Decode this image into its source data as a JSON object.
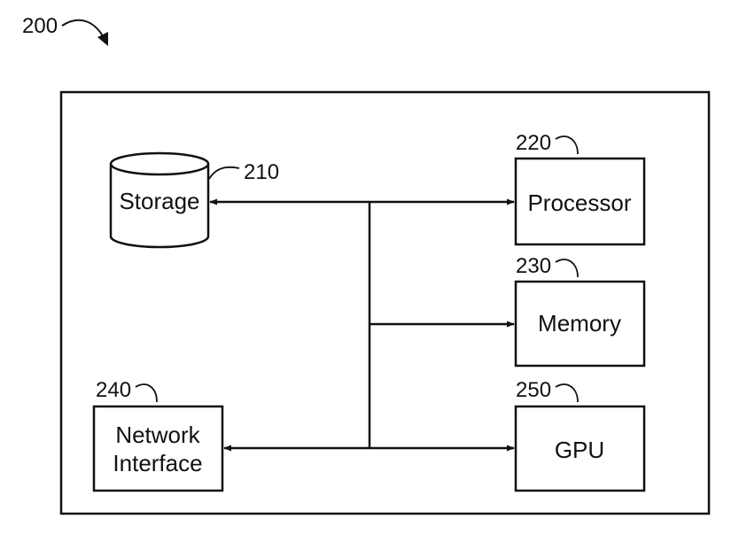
{
  "figure_ref": "200",
  "components": {
    "storage": {
      "ref": "210",
      "label": "Storage"
    },
    "processor": {
      "ref": "220",
      "label": "Processor"
    },
    "memory": {
      "ref": "230",
      "label": "Memory"
    },
    "network_interface": {
      "ref": "240",
      "label_line1": "Network",
      "label_line2": "Interface"
    },
    "gpu": {
      "ref": "250",
      "label": "GPU"
    }
  },
  "colors": {
    "stroke": "#111111",
    "background": "#ffffff"
  }
}
